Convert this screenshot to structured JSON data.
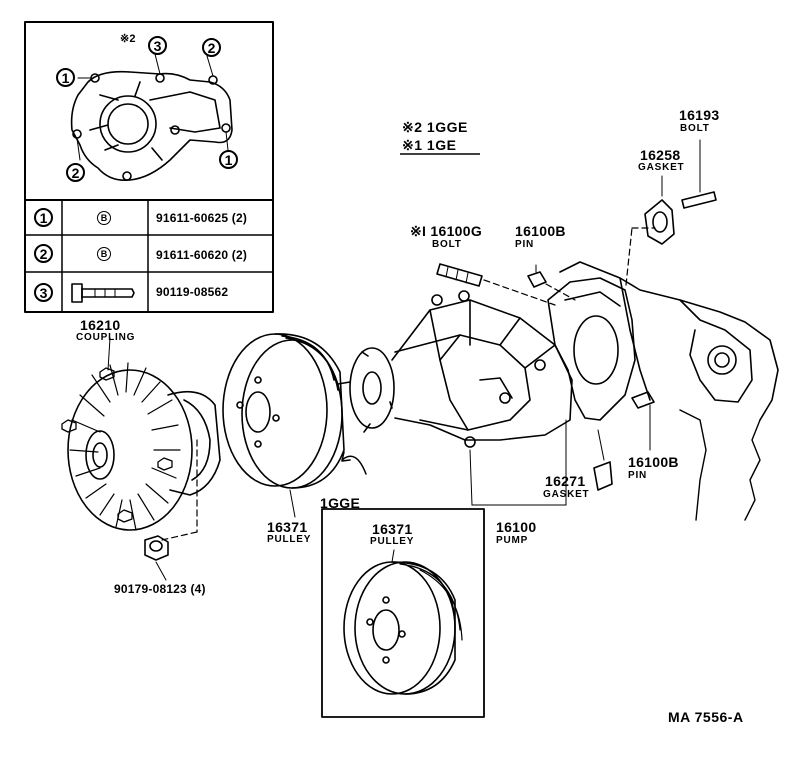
{
  "inset": {
    "note_mark": "※2",
    "rows": [
      {
        "key": "1",
        "type_mark": "B",
        "part": "91611-60625 (2)"
      },
      {
        "key": "2",
        "type_mark": "B",
        "part": "91611-60620 (2)"
      },
      {
        "key": "3",
        "type_mark": "",
        "part": "90119-08562"
      }
    ]
  },
  "legend": {
    "line1": "※2  1GGE",
    "line2": "※1  1GE"
  },
  "callouts": {
    "coupling": {
      "number": "16210",
      "name": "COUPLING"
    },
    "pulley_main": {
      "number": "16371",
      "name": "PULLEY"
    },
    "pulley_alt": {
      "number": "16371",
      "name": "PULLEY"
    },
    "alt_variant": "1GGE",
    "bolt_stud": {
      "number": "※I 16100G",
      "name": "BOLT"
    },
    "pin_top": {
      "number": "16100B",
      "name": "PIN"
    },
    "gasket_top": {
      "number": "16258",
      "name": "GASKET"
    },
    "bolt_top": {
      "number": "16193",
      "name": "BOLT"
    },
    "gasket_pump": {
      "number": "16271",
      "name": "GASKET"
    },
    "pin_right": {
      "number": "16100B",
      "name": "PIN"
    },
    "pump": {
      "number": "16100",
      "name": "PUMP"
    },
    "nut": {
      "number": "90179-08123 (4)"
    }
  },
  "reference": "MA 7556-A"
}
